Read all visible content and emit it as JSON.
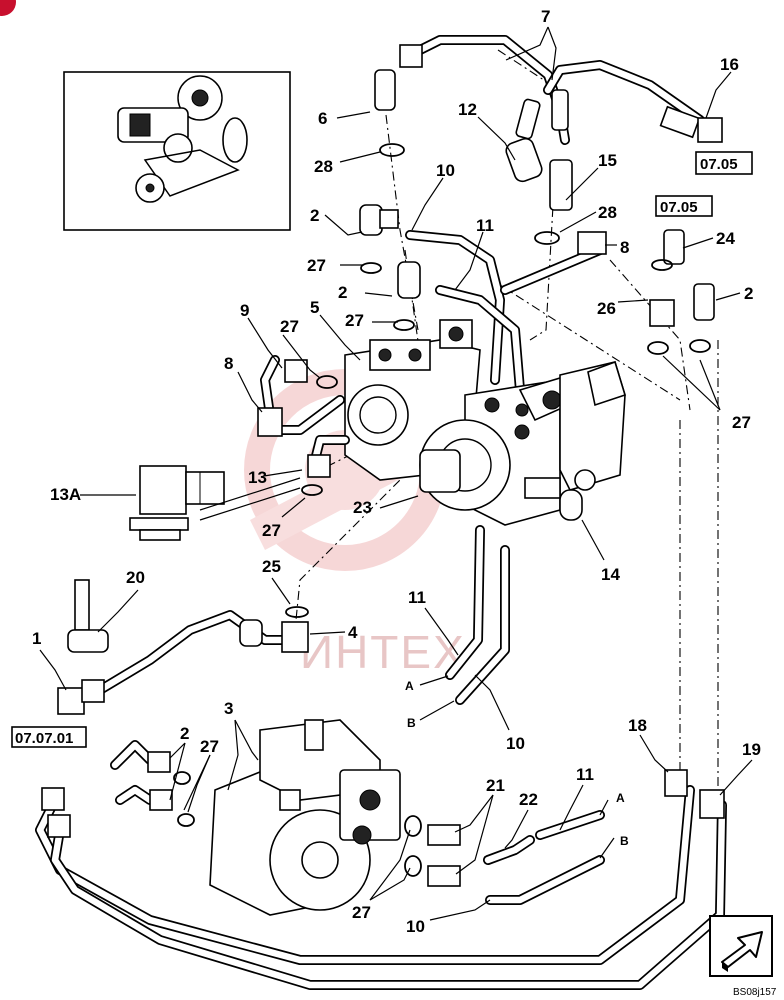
{
  "diagram": {
    "callouts": {
      "c7": "7",
      "c16": "16",
      "c6": "6",
      "c12": "12",
      "c15": "15",
      "c28a": "28",
      "c28b": "28",
      "c10a": "10",
      "c10b": "10",
      "c10c": "10",
      "c2a": "2",
      "c2b": "2",
      "c2c": "2",
      "c2d": "2",
      "c11a": "11",
      "c11b": "11",
      "c11c": "11",
      "c24": "24",
      "c8a": "8",
      "c8b": "8",
      "c26": "26",
      "c27a": "27",
      "c27b": "27",
      "c27c": "27",
      "c27d": "27",
      "c27e": "27",
      "c27f": "27",
      "c27g": "27",
      "c9": "9",
      "c5": "5",
      "c13": "13",
      "c13a": "13A",
      "c23": "23",
      "c14": "14",
      "c25": "25",
      "c20": "20",
      "c4": "4",
      "c1": "1",
      "c3": "3",
      "c18": "18",
      "c19": "19",
      "c21": "21",
      "c22": "22"
    },
    "section_refs": {
      "r1": "07.05",
      "r2": "07.05",
      "r3": "07.07.01"
    },
    "line_letters": {
      "a1": "A",
      "b1": "B",
      "a2": "A",
      "b2": "B"
    },
    "watermark": "ИНТЕХ",
    "drawing_code": "BS08j157",
    "colors": {
      "ink": "#000000",
      "background": "#ffffff",
      "watermark": "#e8c6c6",
      "corner_mark": "#c8102e"
    },
    "icons": {
      "inset": "assembly-overview-icon",
      "nav": "direction-arrow-icon"
    }
  }
}
